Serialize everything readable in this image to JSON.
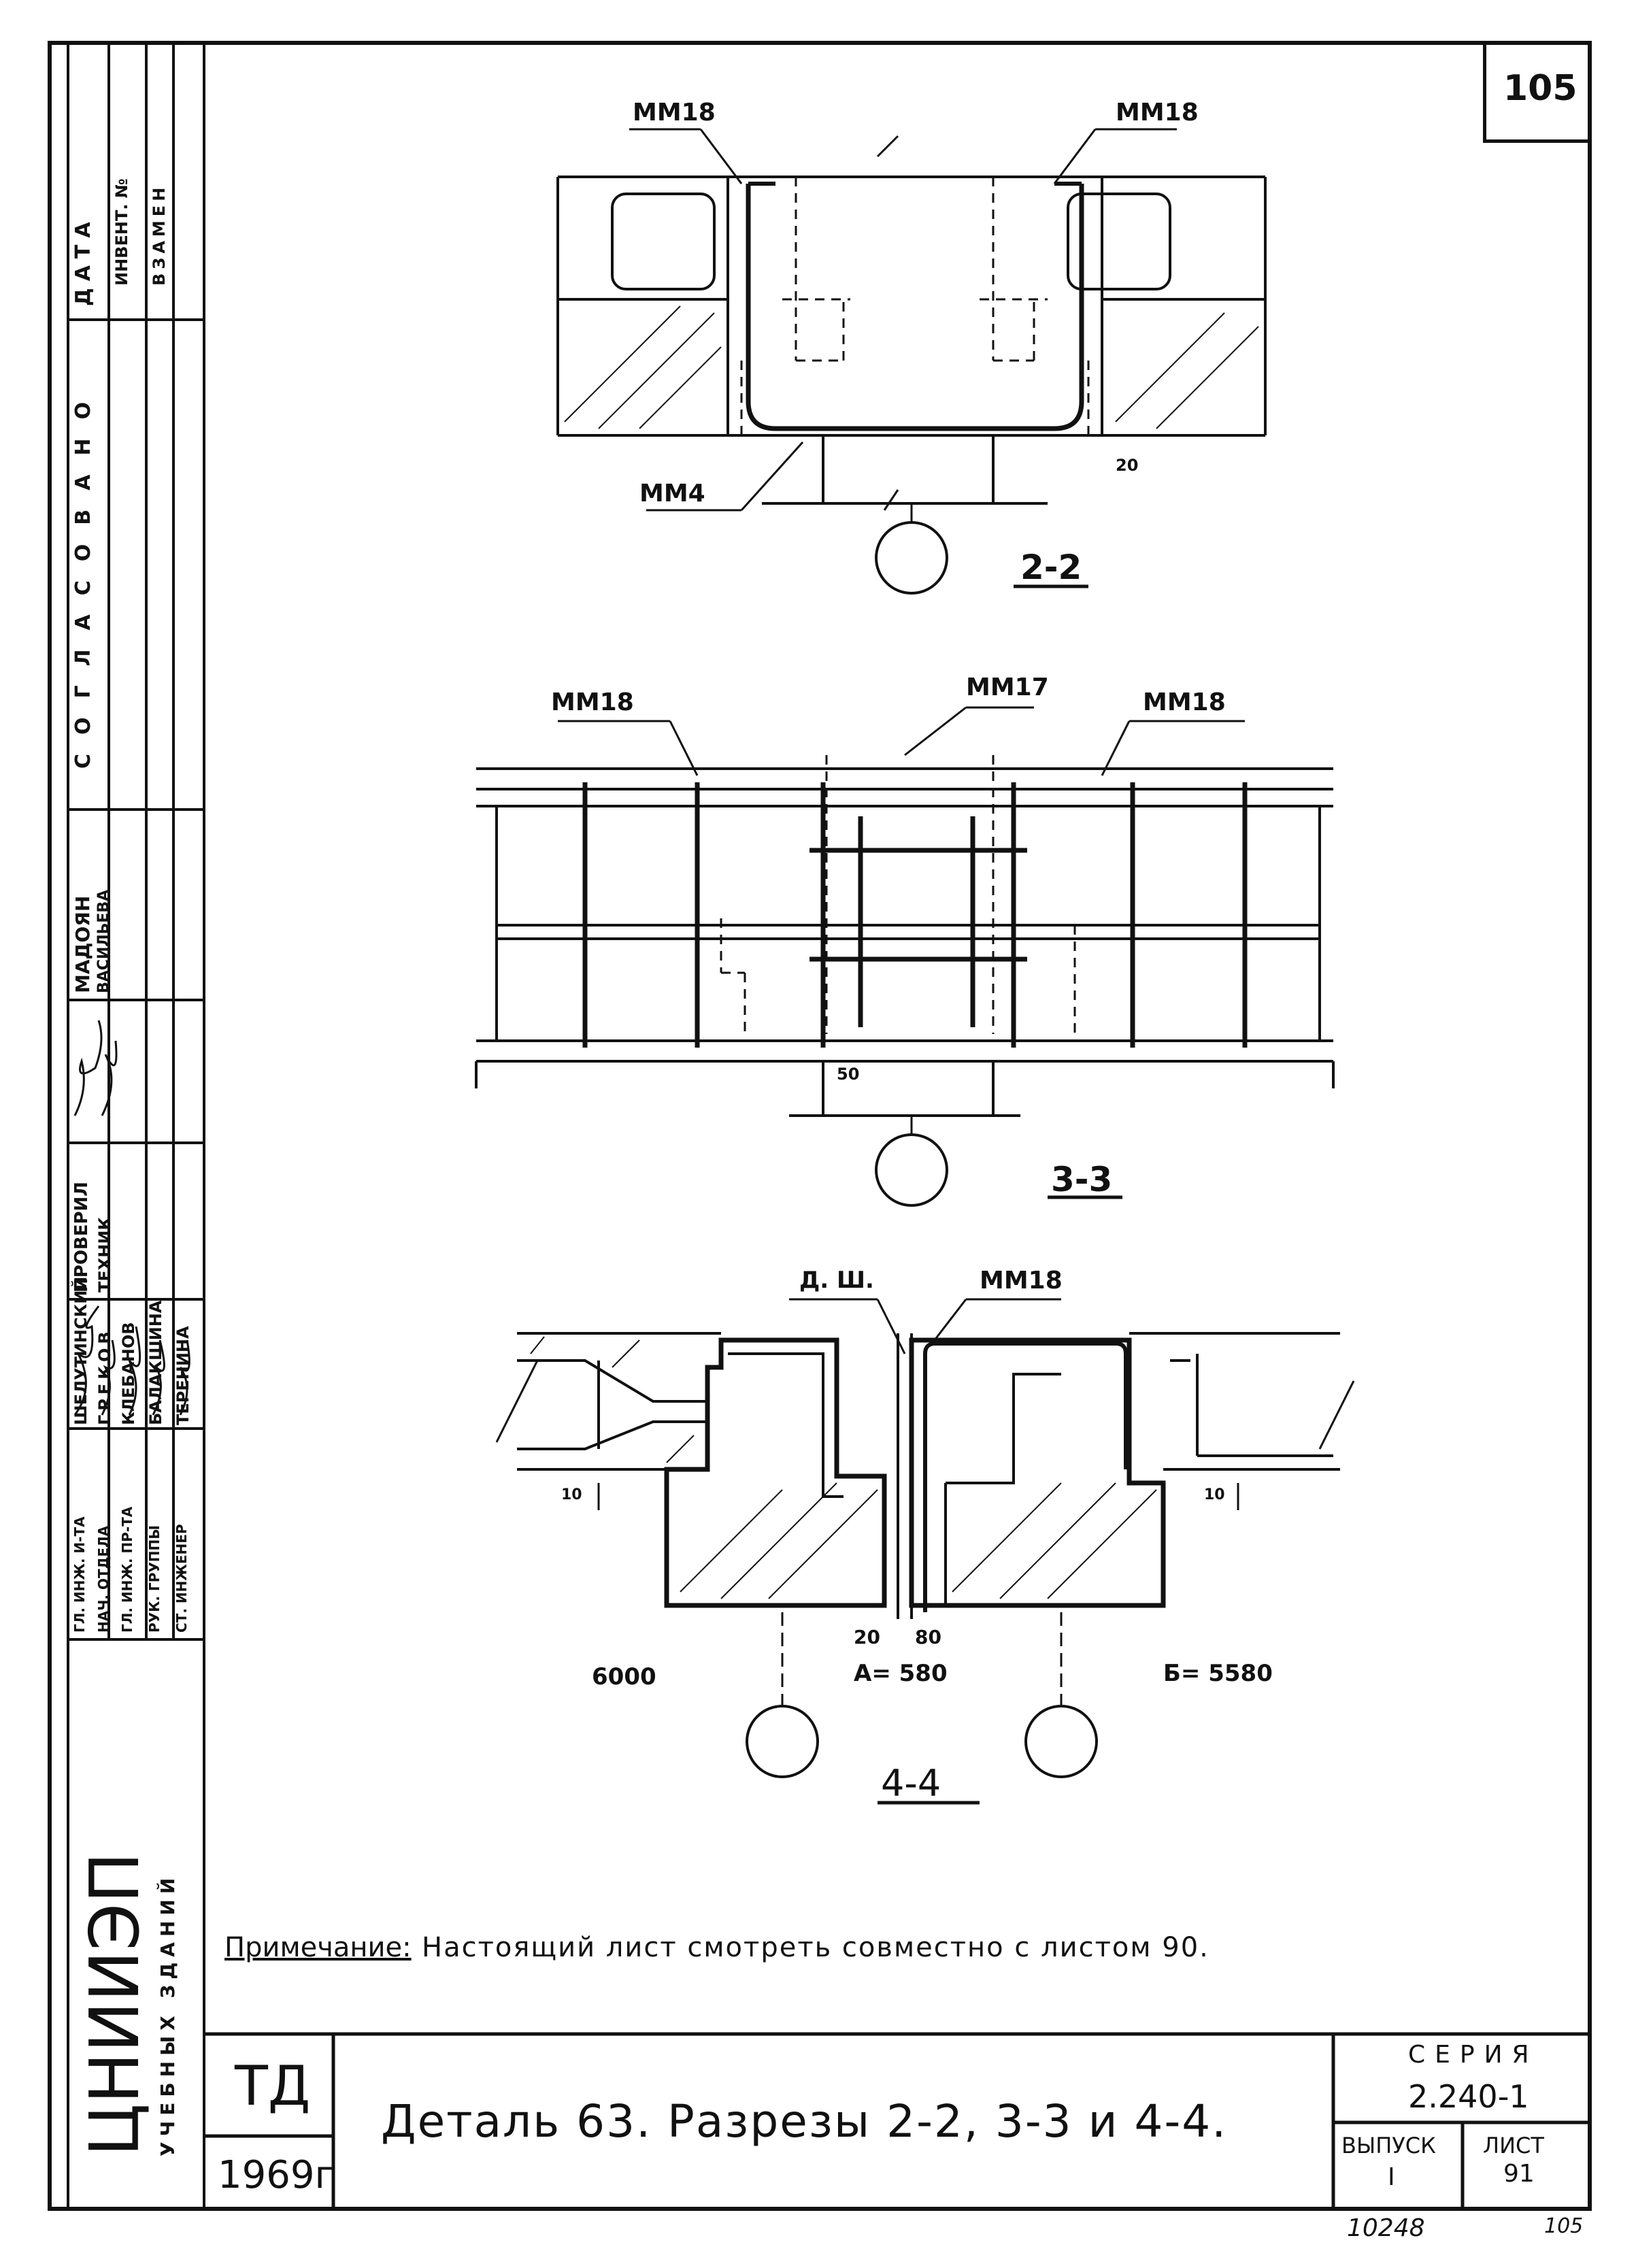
{
  "sheet": {
    "page_number": "105",
    "inventory_number": "10248",
    "corner_mark": "105"
  },
  "side_stamp": {
    "columns": [
      "ДАТА",
      "ИНВЕНТ. №",
      "ВЗАМЕН"
    ],
    "agreed": "СОГЛАСОВАНО",
    "signers": [
      {
        "role": "ГЛ. ИНЖ. И-ТА",
        "name": "ШЕЛУТИНСКИЙ"
      },
      {
        "role": "НАЧ. ОТДЕЛА",
        "name": "ГРЕКОВ"
      },
      {
        "role": "ГЛ. ИНЖ. ПР-ТА",
        "name": "КЛЕБАНОВ"
      },
      {
        "role": "РУК. ГРУППЫ",
        "name": "БАЛАКШИНА"
      },
      {
        "role": "СТ. ИНЖЕНЕР",
        "name": "ТЕРЕНИНА"
      }
    ],
    "checkers": [
      {
        "role": "ПРОВЕРИЛ",
        "name": "МАДОЯН"
      },
      {
        "role": "ТЕХНИК",
        "name": "ВАСИЛЬЕВА"
      }
    ],
    "org_name": "ЦНИИЭП",
    "org_subtitle": "УЧЕБНЫХ ЗДАНИЙ"
  },
  "section_2_2": {
    "label": "2-2",
    "callouts": [
      "ММ18",
      "ММ18",
      "ММ4"
    ],
    "dim": "20"
  },
  "section_3_3": {
    "label": "3-3",
    "callouts": [
      "ММ18",
      "ММ17",
      "ММ18"
    ],
    "dim": "50"
  },
  "section_4_4": {
    "label": "4-4",
    "callouts": [
      "Д. Ш.",
      "ММ18"
    ],
    "dims": [
      "10",
      "10",
      "20",
      "80"
    ],
    "axis_left": "6000",
    "axis_center": "А= 580",
    "axis_right": "Б= 5580"
  },
  "note": {
    "prefix": "Примечание:",
    "text": "Настоящий  лист смотреть совместно с листом 90."
  },
  "title_block": {
    "td": "ТД",
    "year": "1969г",
    "title": "Деталь 63.  Разрезы 2-2, 3-3 и 4-4.",
    "series_label": "СЕРИЯ",
    "series_value": "2.240-1",
    "issue_label": "ВЫПУСК",
    "issue_value": "I",
    "sheet_label": "ЛИСТ",
    "sheet_value": "91"
  }
}
